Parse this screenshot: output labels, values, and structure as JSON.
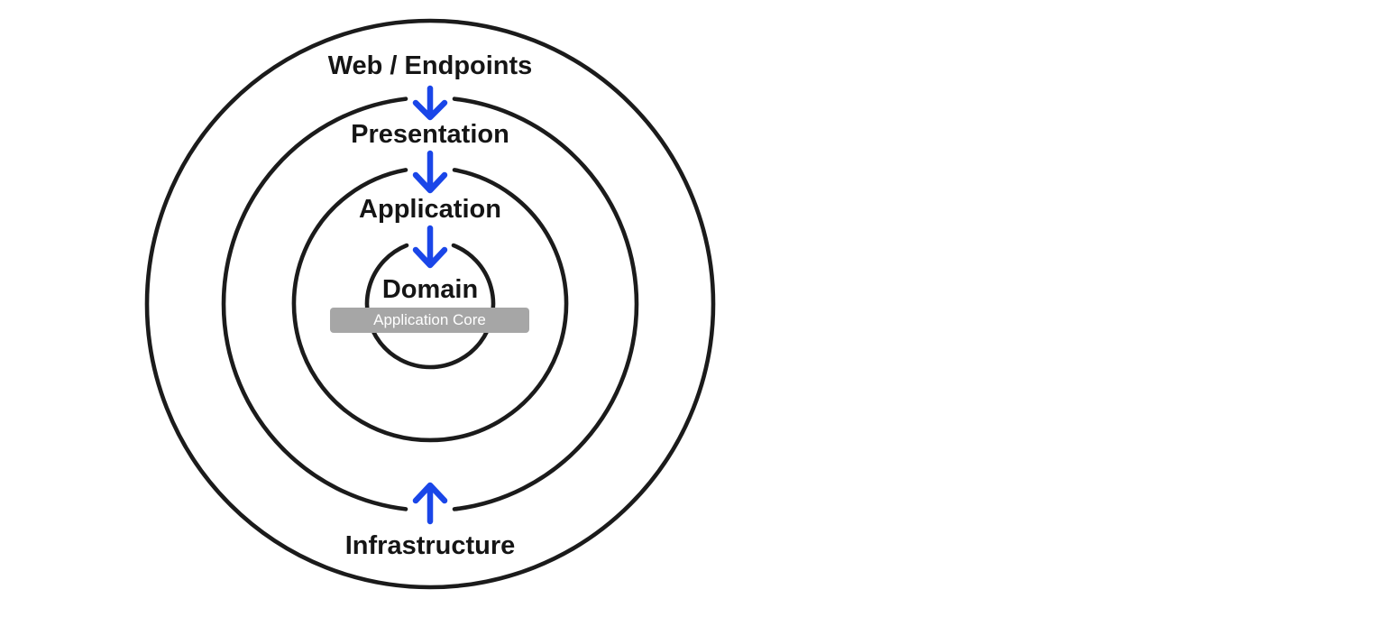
{
  "colors": {
    "circle_stroke": "#1b1b1b",
    "arrow": "#1a46e8",
    "badge_bg": "#a6a6a6",
    "badge_text": "#ffffff",
    "label_text": "#151515",
    "background": "#ffffff"
  },
  "diagram": {
    "layers": [
      {
        "label": "Web / Endpoints"
      },
      {
        "label": "Presentation"
      },
      {
        "label": "Application"
      },
      {
        "label": "Domain"
      },
      {
        "label": "Infrastructure"
      }
    ],
    "core_badge": {
      "label": "Application Core"
    }
  }
}
